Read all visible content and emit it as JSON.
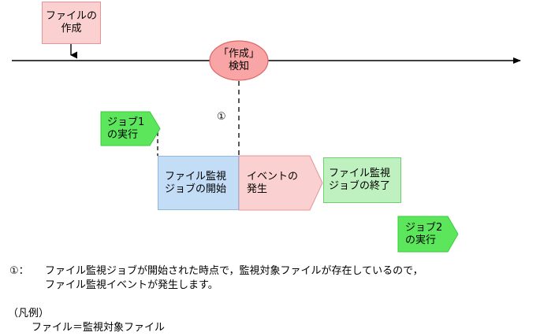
{
  "diagram": {
    "title_hidden": "",
    "timeline": {
      "name": "time-axis",
      "arrow_direction": "right"
    },
    "nodes": {
      "file_creation": {
        "label": "ファイルの\n作成",
        "shape": "rectangle",
        "fill": "#FBD0D0",
        "stroke": "#E59595"
      },
      "detect_event": {
        "label": "「作成」\n検知",
        "shape": "ellipse",
        "fill": "#F9A5A5",
        "stroke": "#E06666"
      },
      "job1": {
        "label": "ジョブ1\nの実行",
        "shape": "chevron",
        "fill": "#5CE65C",
        "stroke": "#3ACC3A"
      },
      "watch_job_start": {
        "label": "ファイル監視\nジョブの開始",
        "shape": "rectangle",
        "fill": "#C3DDF7",
        "stroke": "#8FB8DE"
      },
      "event_occurs": {
        "label": "イベントの\n発生",
        "shape": "chevron",
        "fill": "#FBD0D0",
        "stroke": "#E59595"
      },
      "watch_job_end": {
        "label": "ファイル監視\nジョブの終了",
        "shape": "rectangle",
        "fill": "#BFF0BF",
        "stroke": "#6FCF6F"
      },
      "job2": {
        "label": "ジョブ2\nの実行",
        "shape": "chevron",
        "fill": "#5CE65C",
        "stroke": "#3ACC3A"
      }
    },
    "callout_marker": "①",
    "footnote": {
      "marker": "①：",
      "text": "ファイル監視ジョブが開始された時点で，監視対象ファイルが存在しているので，\nファイル監視イベントが発生します。"
    },
    "legend": {
      "heading": "（凡例）",
      "items": [
        "ファイル＝監視対象ファイル"
      ]
    }
  }
}
